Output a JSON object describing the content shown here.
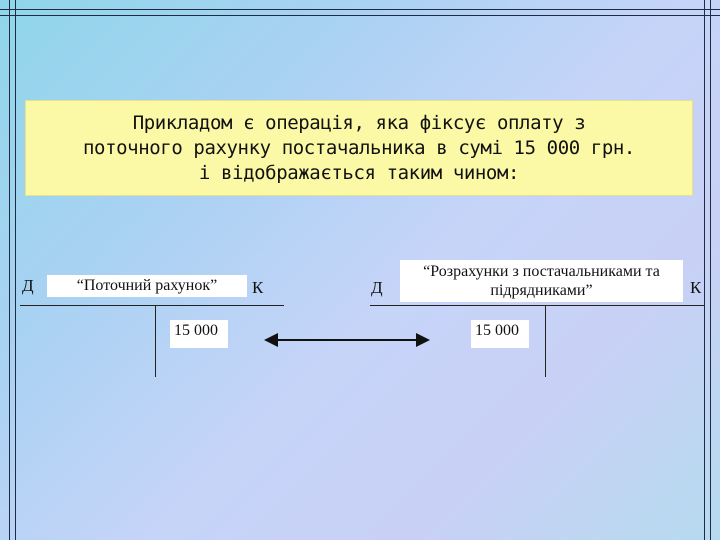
{
  "intro": {
    "text": "Прикладом є операція, яка фіксує оплату з\nпоточного рахунку постачальника в сумі 15 000 грн.\nі відображається таким чином:"
  },
  "accounts": [
    {
      "debit_label": "Д",
      "name": "“Поточний рахунок”",
      "credit_label": "К",
      "credit_amount": "15 000"
    },
    {
      "debit_label": "Д",
      "name": "“Розрахунки з постачальниками та\nпідрядниками”",
      "credit_label": "К",
      "debit_amount": "15 000"
    }
  ],
  "colors": {
    "intro_background": "#fbf9a5",
    "frame": "#1f2a44"
  },
  "icons": {
    "transfer": "double-arrow-icon"
  }
}
